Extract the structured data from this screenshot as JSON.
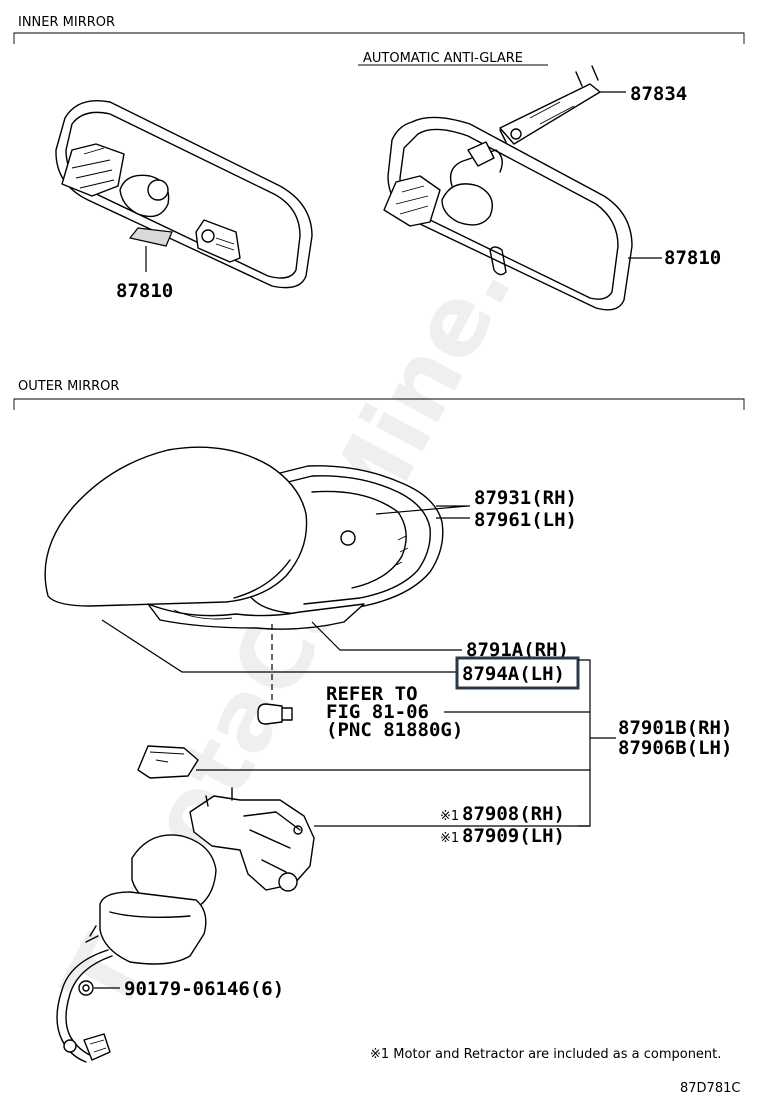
{
  "sections": {
    "inner": "INNER MIRROR",
    "outer": "OUTER MIRROR",
    "variant": "AUTOMATIC ANTI-GLARE"
  },
  "parts": {
    "p87834": "87834",
    "p87810_variant": "87810",
    "p87810_basic": "87810",
    "p87931": "87931(RH)",
    "p87961": "87961(LH)",
    "p8791a": "8791A(RH)",
    "p8794a": "8794A(LH)",
    "refer1": "REFER TO",
    "refer2": "FIG 81-06",
    "refer3": "(PNC 81880G)",
    "p87901b": "87901B(RH)",
    "p87906b": "87906B(LH)",
    "mark1": "※1",
    "p87908": "87908(RH)",
    "mark2": "※1",
    "p87909": "87909(LH)",
    "p90179": "90179-06146(6)"
  },
  "footnote": "※1 Motor and Retractor are included as a component.",
  "diagram_code": "87D781C",
  "watermark": "ToyotaCarMine.ru",
  "colors": {
    "ink": "#000000",
    "highlight_box": "#2b3a48",
    "paper": "#ffffff"
  }
}
